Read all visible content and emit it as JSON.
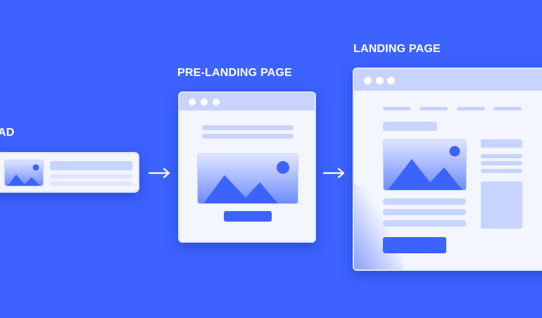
{
  "labels": {
    "ad": "AD",
    "pre_landing": "PRE-LANDING PAGE",
    "landing": "LANDING PAGE"
  },
  "colors": {
    "background": "#3d63ff",
    "accent": "#3d63ff",
    "placeholder": "#c8d3ff",
    "window": "#f3f5ff"
  },
  "icons": [
    "image-placeholder-icon",
    "arrow-right-icon",
    "browser-dots-icon"
  ]
}
